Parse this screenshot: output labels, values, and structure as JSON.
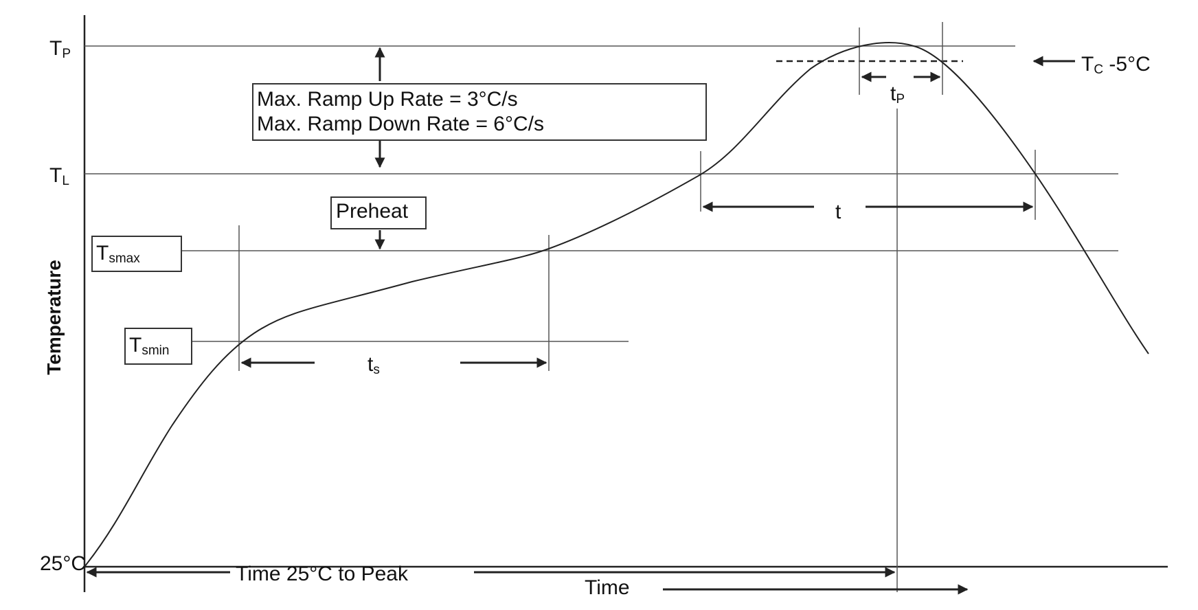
{
  "axes": {
    "y_label": "Temperature",
    "x_label": "Time",
    "origin_label": "25°C"
  },
  "levels": {
    "tp": {
      "main": "T",
      "sub": "P"
    },
    "tl": {
      "main": "T",
      "sub": "L"
    },
    "tsmax": {
      "main": "T",
      "sub": "smax"
    },
    "tsmin": {
      "main": "T",
      "sub": "smin"
    },
    "tc": {
      "main": "T",
      "sub": "C",
      "suffix": " -5°C"
    }
  },
  "ramp_box": {
    "line1": "Max. Ramp Up Rate = 3°C/s",
    "line2": "Max. Ramp Down Rate = 6°C/s"
  },
  "preheat_label": "Preheat",
  "durations": {
    "ts": {
      "main": "t",
      "sub": "s"
    },
    "tp": {
      "main": "t",
      "sub": "P"
    },
    "t": "t",
    "time_to_peak": "Time 25°C to Peak"
  },
  "colors": {
    "line": "#222222",
    "guide": "#555555",
    "background": "#ffffff"
  }
}
